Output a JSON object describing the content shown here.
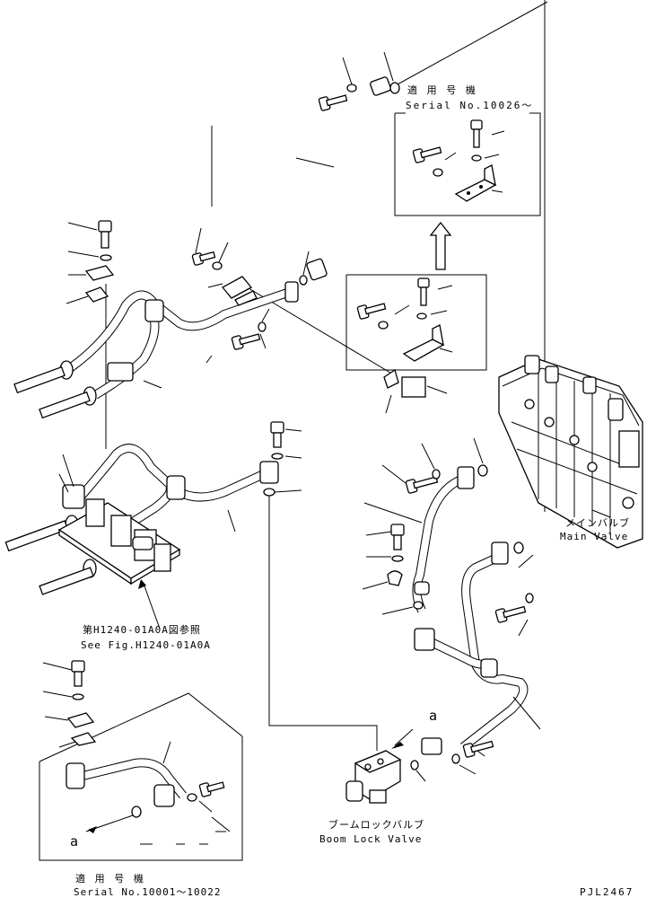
{
  "labels": {
    "serial_upper_jp": "適 用 号 機",
    "serial_upper_en": "Serial No.10026～",
    "fig_ref_jp": "第H1240-01A0A図参照",
    "fig_ref_en": "See Fig.H1240-01A0A",
    "main_valve_jp": "メインバルブ",
    "main_valve_en": "Main Valve",
    "boom_lock_jp": "ブームロックバルブ",
    "boom_lock_en": "Boom Lock Valve",
    "serial_lower_jp": "適 用 号 機",
    "serial_lower_en": "Serial No.10001～10022",
    "ref_a_top": "a",
    "ref_a_bottom": "a",
    "drawing_code": "PJL2467"
  }
}
